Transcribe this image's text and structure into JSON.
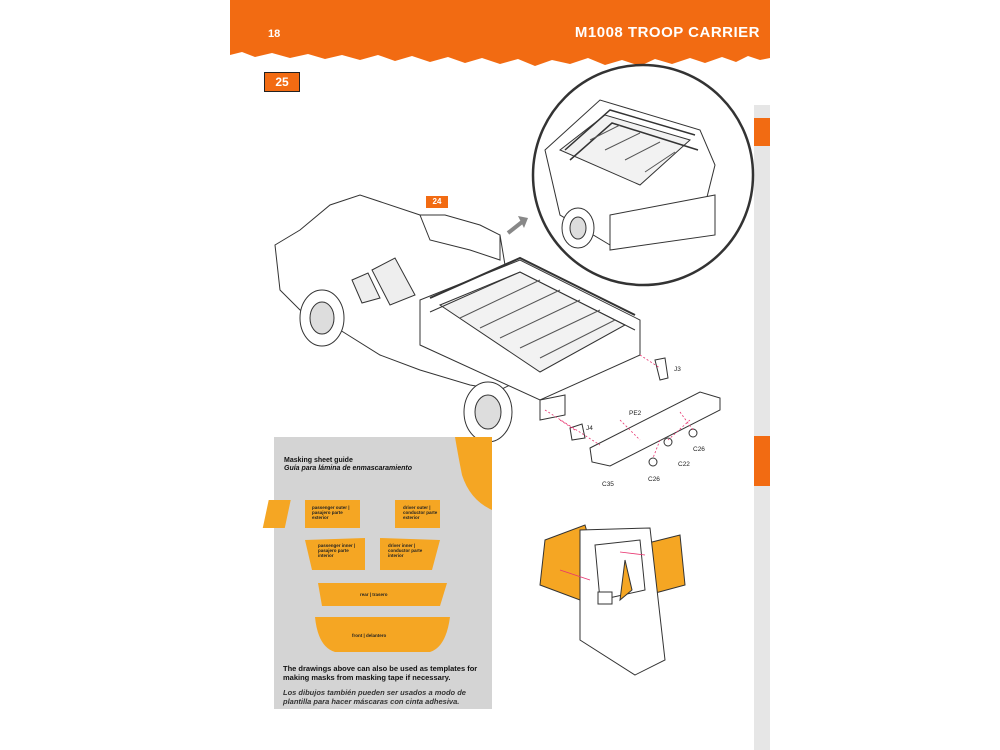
{
  "header": {
    "page_number": "18",
    "title": "M1008 TROOP CARRIER"
  },
  "step": {
    "number": "25",
    "reference_step": "24"
  },
  "parts": {
    "j3": "J3",
    "j4": "J4",
    "pe2": "PE2",
    "c35": "C35",
    "c26a": "C26",
    "c26b": "C26",
    "c22": "C22"
  },
  "masking": {
    "title": "Masking sheet guide",
    "subtitle": "Guía para lámina de enmascaramiento",
    "labels": {
      "passenger_outer": "passenger outer | pasajero parte exterior",
      "driver_outer": "driver outer | conductor parte exterior",
      "passenger_inner": "passenger inner | pasajero parte interior",
      "driver_inner": "driver inner | conductor parte interior",
      "rear": "rear | trasero",
      "front": "front | delantero"
    },
    "note_en": "The drawings above can also be used as templates for making masks from masking tape if necessary.",
    "note_es": "Los dibujos también pueden ser usados a modo de plantilla para hacer máscaras con cinta adhesiva."
  },
  "colors": {
    "accent": "#f26b12",
    "mask": "#f5a623",
    "panel": "#d4d4d4"
  }
}
